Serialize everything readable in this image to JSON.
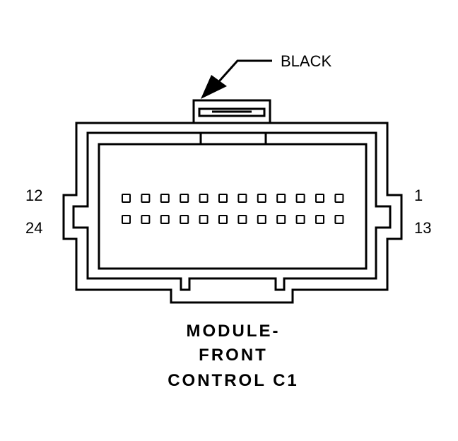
{
  "connector": {
    "color_label": "BLACK",
    "pin_labels": {
      "top_left": "12",
      "bottom_left": "24",
      "top_right": "1",
      "bottom_right": "13"
    },
    "pins_per_row": 12,
    "rows": 2,
    "title_lines": [
      "MODULE-",
      "FRONT",
      "CONTROL C1"
    ]
  }
}
